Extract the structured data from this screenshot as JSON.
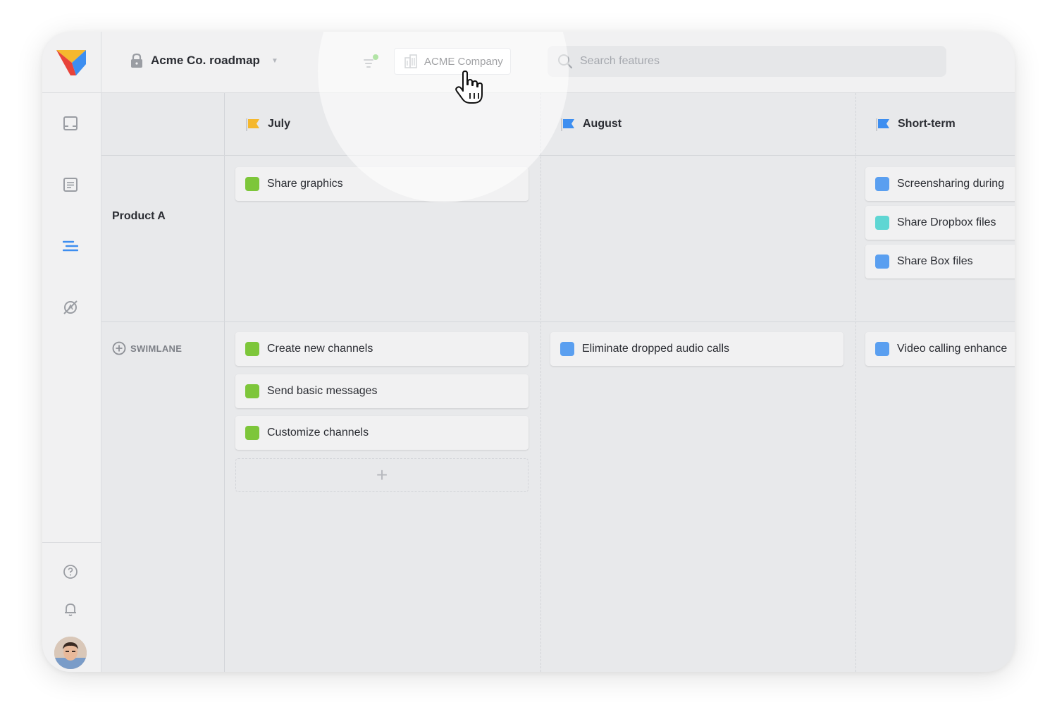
{
  "header": {
    "roadmap_title": "Acme Co. roadmap",
    "company_button": "ACME Company",
    "search": {
      "placeholder": "Search features"
    }
  },
  "columns": [
    {
      "label": "July",
      "flag_color": "#f5b82e"
    },
    {
      "label": "August",
      "flag_color": "#3d8ef0"
    },
    {
      "label": "Short-term",
      "flag_color": "#3d8ef0"
    }
  ],
  "rows": [
    {
      "label": "Product A"
    }
  ],
  "swimlane_add_label": "SWIMLANE",
  "cards": {
    "product_a": {
      "july": [
        {
          "title": "Share graphics",
          "color": "#7dc63a"
        }
      ],
      "short_term": [
        {
          "title": "Screensharing during",
          "color": "#5a9ff0"
        },
        {
          "title": "Share Dropbox files",
          "color": "#5fd6d3"
        },
        {
          "title": "Share Box files",
          "color": "#5a9ff0"
        }
      ]
    },
    "swimlane": {
      "july": [
        {
          "title": "Create new channels",
          "color": "#7dc63a"
        },
        {
          "title": "Send basic messages",
          "color": "#7dc63a"
        },
        {
          "title": "Customize channels",
          "color": "#7dc63a"
        }
      ],
      "august": [
        {
          "title": "Eliminate dropped audio calls",
          "color": "#5a9ff0"
        }
      ],
      "short_term": [
        {
          "title": "Video calling enhance",
          "color": "#5a9ff0"
        }
      ]
    }
  },
  "colors": {
    "accent": "#3d8ef0",
    "green": "#7dc63a",
    "filter_dot": "#55c43a"
  }
}
